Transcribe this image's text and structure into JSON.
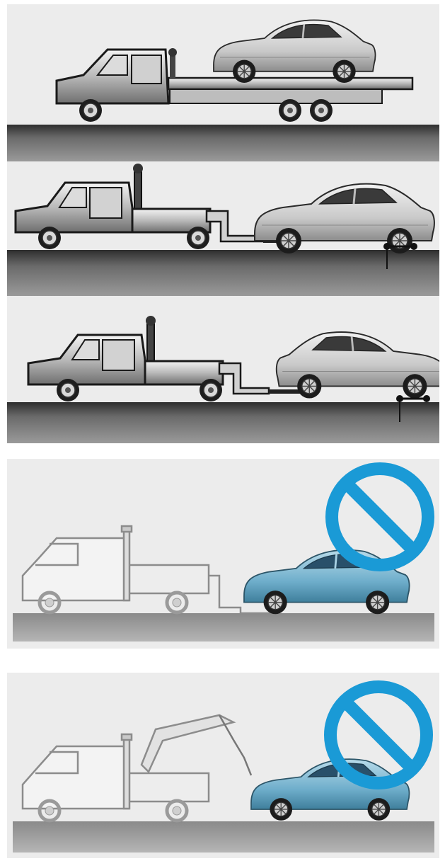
{
  "illustration": {
    "panels": [
      {
        "method": "flatbed-truck",
        "status": "allowed"
      },
      {
        "method": "wheel-lift-with-dollies-under-rear-wheels",
        "status": "allowed"
      },
      {
        "method": "wheel-lift-with-dollies-under-front-wheels",
        "status": "allowed"
      },
      {
        "method": "wheel-lift-rear-wheels-on-ground",
        "status": "prohibited"
      },
      {
        "method": "sling-type-tow",
        "status": "prohibited"
      }
    ],
    "colors": {
      "prohibited_sign": "#1a9ad6",
      "blue_car": "#7fb6d0",
      "ground": "#5a5a5a",
      "panel_background": "#e9e9e9"
    },
    "icons": [
      "prohibited-sign-icon"
    ]
  }
}
